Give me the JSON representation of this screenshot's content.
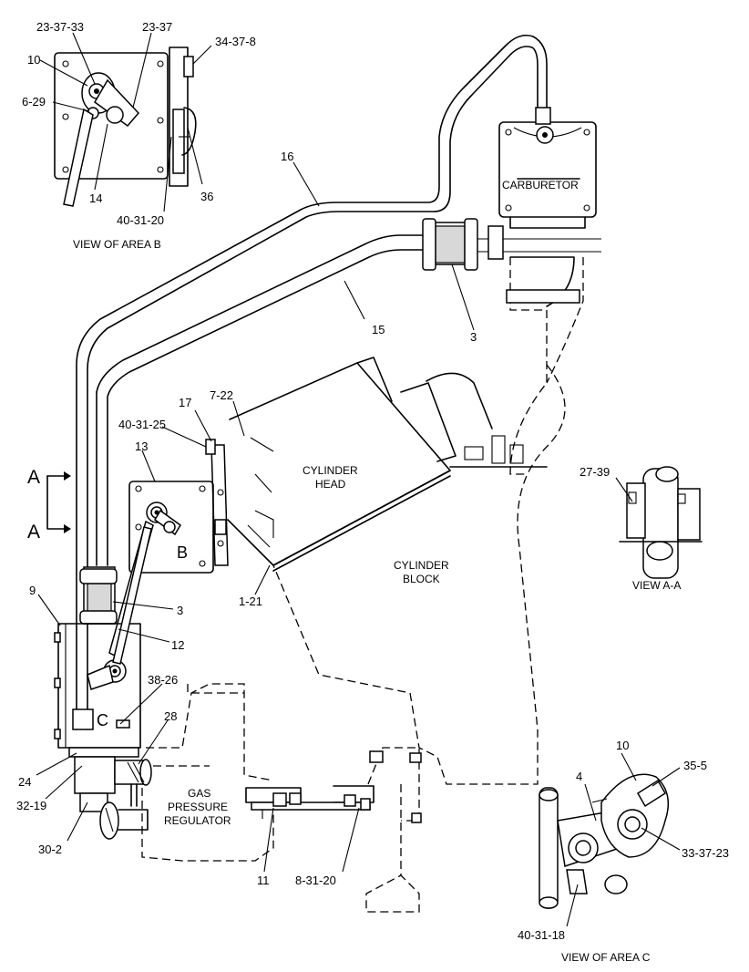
{
  "callouts": {
    "c_23_37_33": "23-37-33",
    "c_23_37": "23-37",
    "c_34_37_8": "34-37-8",
    "c_10_b": "10",
    "c_6_29": "6-29",
    "c_14": "14",
    "c_36": "36",
    "c_40_31_20": "40-31-20",
    "c_16": "16",
    "c_15": "15",
    "c_3_top": "3",
    "c_17": "17",
    "c_7_22": "7-22",
    "c_40_31_25": "40-31-25",
    "c_13": "13",
    "c_27_39": "27-39",
    "c_1_21": "1-21",
    "c_9": "9",
    "c_3_mid": "3",
    "c_12": "12",
    "c_38_26": "38-26",
    "c_28": "28",
    "c_24": "24",
    "c_32_19": "32-19",
    "c_30_2": "30-2",
    "c_11": "11",
    "c_8_31_20": "8-31-20",
    "c_10_c": "10",
    "c_4": "4",
    "c_35_5": "35-5",
    "c_33_37_23": "33-37-23",
    "c_40_31_18": "40-31-18"
  },
  "labels": {
    "view_area_b": "VIEW OF AREA B",
    "carburetor": "CARBURETOR",
    "cylinder_head_1": "CYLINDER",
    "cylinder_head_2": "HEAD",
    "cylinder_block_1": "CYLINDER",
    "cylinder_block_2": "BLOCK",
    "view_a_a": "VIEW A-A",
    "gas_reg_1": "GAS",
    "gas_reg_2": "PRESSURE",
    "gas_reg_3": "REGULATOR",
    "view_area_c": "VIEW OF AREA C",
    "section_a_top": "A",
    "section_a_bottom": "A",
    "area_b": "B",
    "area_c": "C"
  }
}
